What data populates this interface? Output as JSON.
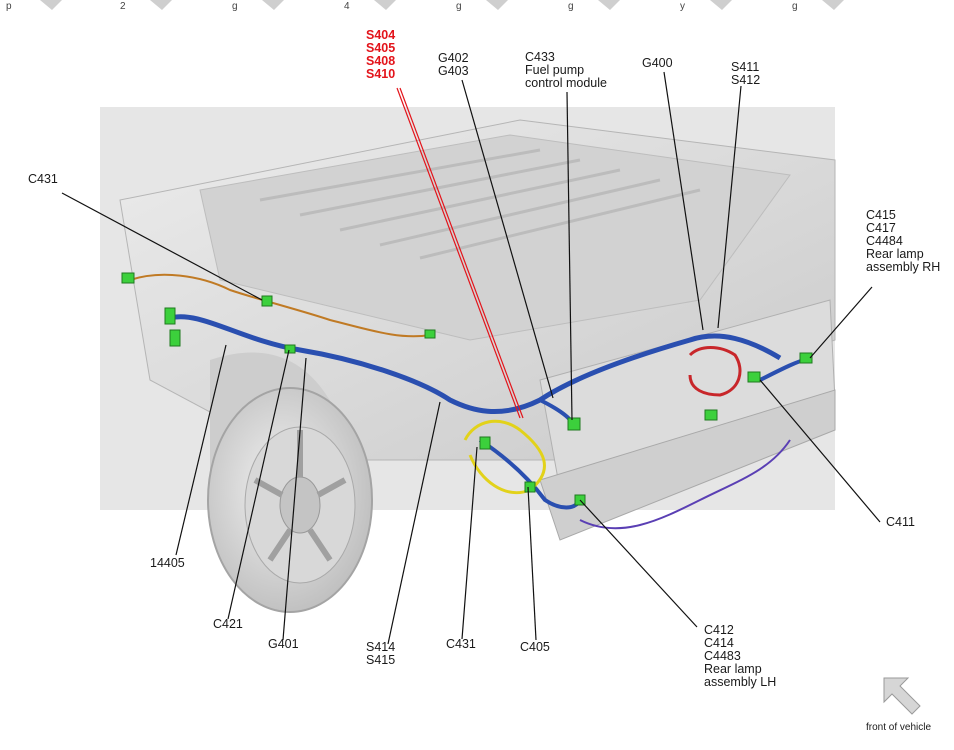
{
  "header_strip": {
    "fragments": [
      "p",
      "2",
      "g",
      "4",
      "g",
      "g",
      "y",
      "g"
    ]
  },
  "labels": {
    "red_splices": [
      "S404",
      "S405",
      "S408",
      "S410"
    ],
    "g402": "G402",
    "g403": "G403",
    "c433": "C433",
    "c433_desc1": "Fuel pump",
    "c433_desc2": "control module",
    "g400": "G400",
    "s411": "S411",
    "s412": "S412",
    "c431_top": "C431",
    "rh": [
      "C415",
      "C417",
      "C4484",
      "Rear lamp",
      "assembly RH"
    ],
    "c411": "C411",
    "n14405": "14405",
    "c421": "C421",
    "g401": "G401",
    "s414": "S414",
    "s415": "S415",
    "c431_bottom": "C431",
    "c405": "C405",
    "lh": [
      "C412",
      "C414",
      "C4483",
      "Rear lamp",
      "assembly LH"
    ],
    "front_of_vehicle": "front of vehicle"
  },
  "colors": {
    "harness_blue": "#2a4fb0",
    "harness_orange": "#c07a24",
    "harness_yellow": "#e2d21a",
    "harness_red": "#c8262a",
    "harness_purple": "#5a3fb4",
    "connector_green": "#3cd03c",
    "body_gray": "#d9d9d9",
    "leader_black": "#111111",
    "leader_red": "#e3141b"
  }
}
